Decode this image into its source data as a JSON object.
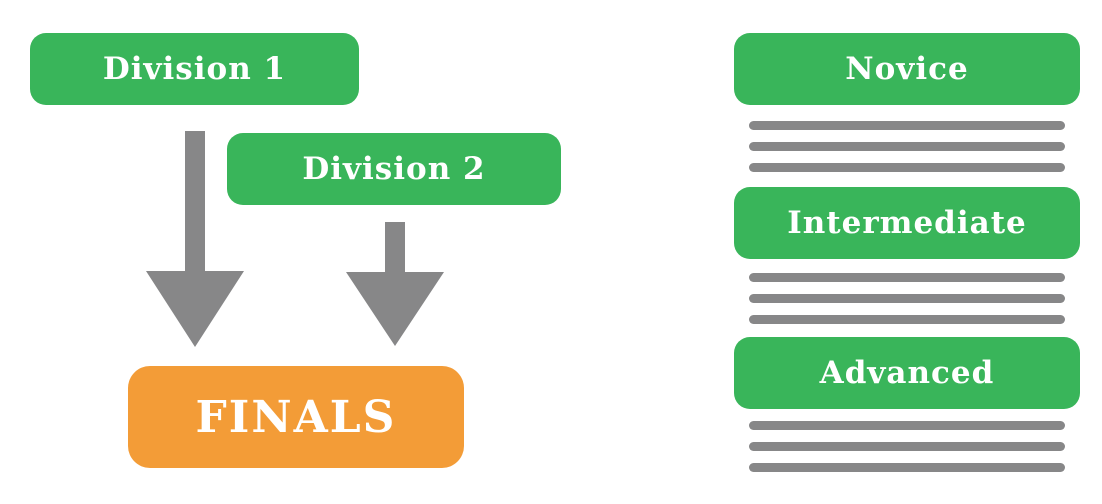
{
  "left": {
    "division1": "Division 1",
    "division2": "Division 2",
    "finals": "FINALS"
  },
  "right": {
    "levels": [
      "Novice",
      "Intermediate",
      "Advanced"
    ]
  },
  "colors": {
    "green": "#39b55a",
    "orange": "#f39c37",
    "gray": "#878788"
  }
}
